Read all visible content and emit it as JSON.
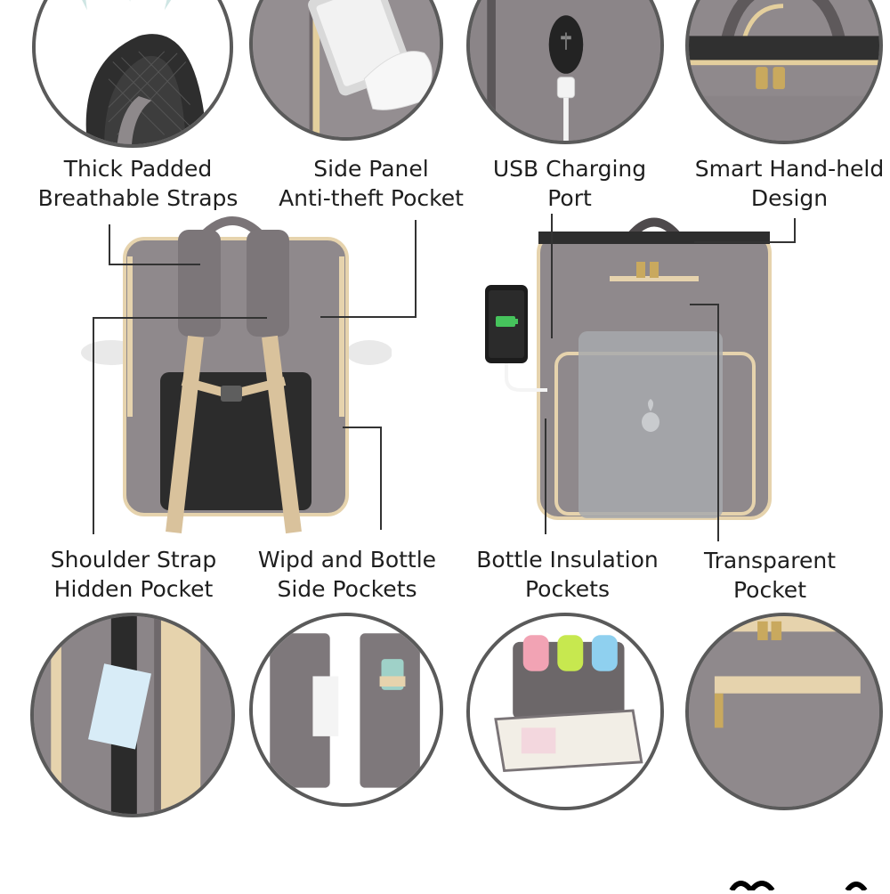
{
  "features": [
    {
      "id": "straps",
      "line1": "Thick Padded",
      "line2": "Breathable Straps"
    },
    {
      "id": "side-panel",
      "line1": "Side Panel",
      "line2": "Anti-theft Pocket"
    },
    {
      "id": "usb",
      "line1": "USB Charging",
      "line2": "Port"
    },
    {
      "id": "handle",
      "line1": "Smart Hand-held",
      "line2": "Design"
    },
    {
      "id": "shoulder",
      "line1": "Shoulder Strap",
      "line2": "Hidden Pocket"
    },
    {
      "id": "wipe",
      "line1": "Wipd and Bottle",
      "line2": "Side Pockets"
    },
    {
      "id": "insulation",
      "line1": "Bottle Insulation",
      "line2": "Pockets"
    },
    {
      "id": "transparent",
      "line1": "Transparent",
      "line2": "Pocket"
    }
  ],
  "colors": {
    "fabric": "#8f898c",
    "fabric_dark": "#6f6a6d",
    "trim": "#e6d3ad",
    "strap": "#d9c29c",
    "circle_border": "#5a5a5a",
    "leader_line": "#333333",
    "text": "#1e1e1e"
  },
  "icons": [
    "mesh-strap-icon",
    "phone-in-pocket-icon",
    "usb-port-icon",
    "zip-handle-icon",
    "card-in-pocket-icon",
    "tissue-bottle-icon",
    "baby-bottles-icon",
    "zipper-pocket-icon"
  ]
}
